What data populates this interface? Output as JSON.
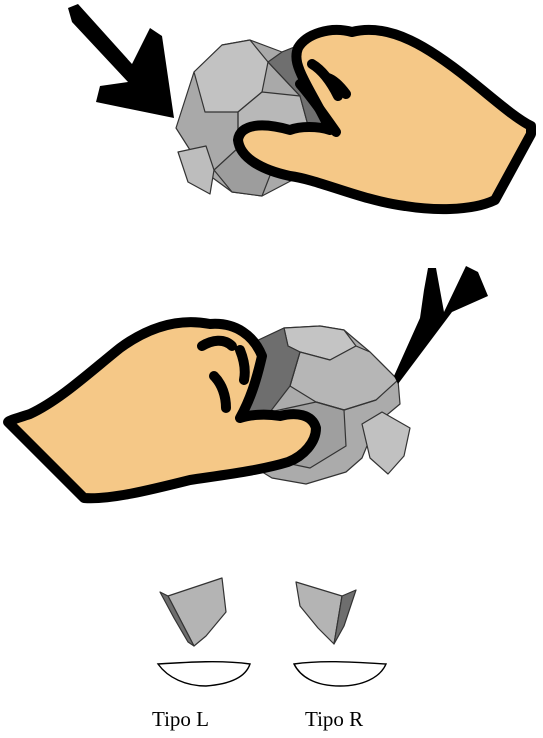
{
  "labels": {
    "type_l": "Tipo L",
    "type_r": "Tipo R"
  },
  "colors": {
    "skin": "#f5c887",
    "stone_light": "#b4b4b4",
    "stone_mid": "#9a9a9a",
    "stone_dark": "#6e6e6e",
    "outline": "#000000",
    "flake_face": "#ffffff"
  },
  "icons": {
    "top_panel": "hand-striking-core-with-arrow",
    "middle_panel": "hand-striking-core-with-arrow-mirrored",
    "flakes": "flake-l-and-flake-r"
  }
}
